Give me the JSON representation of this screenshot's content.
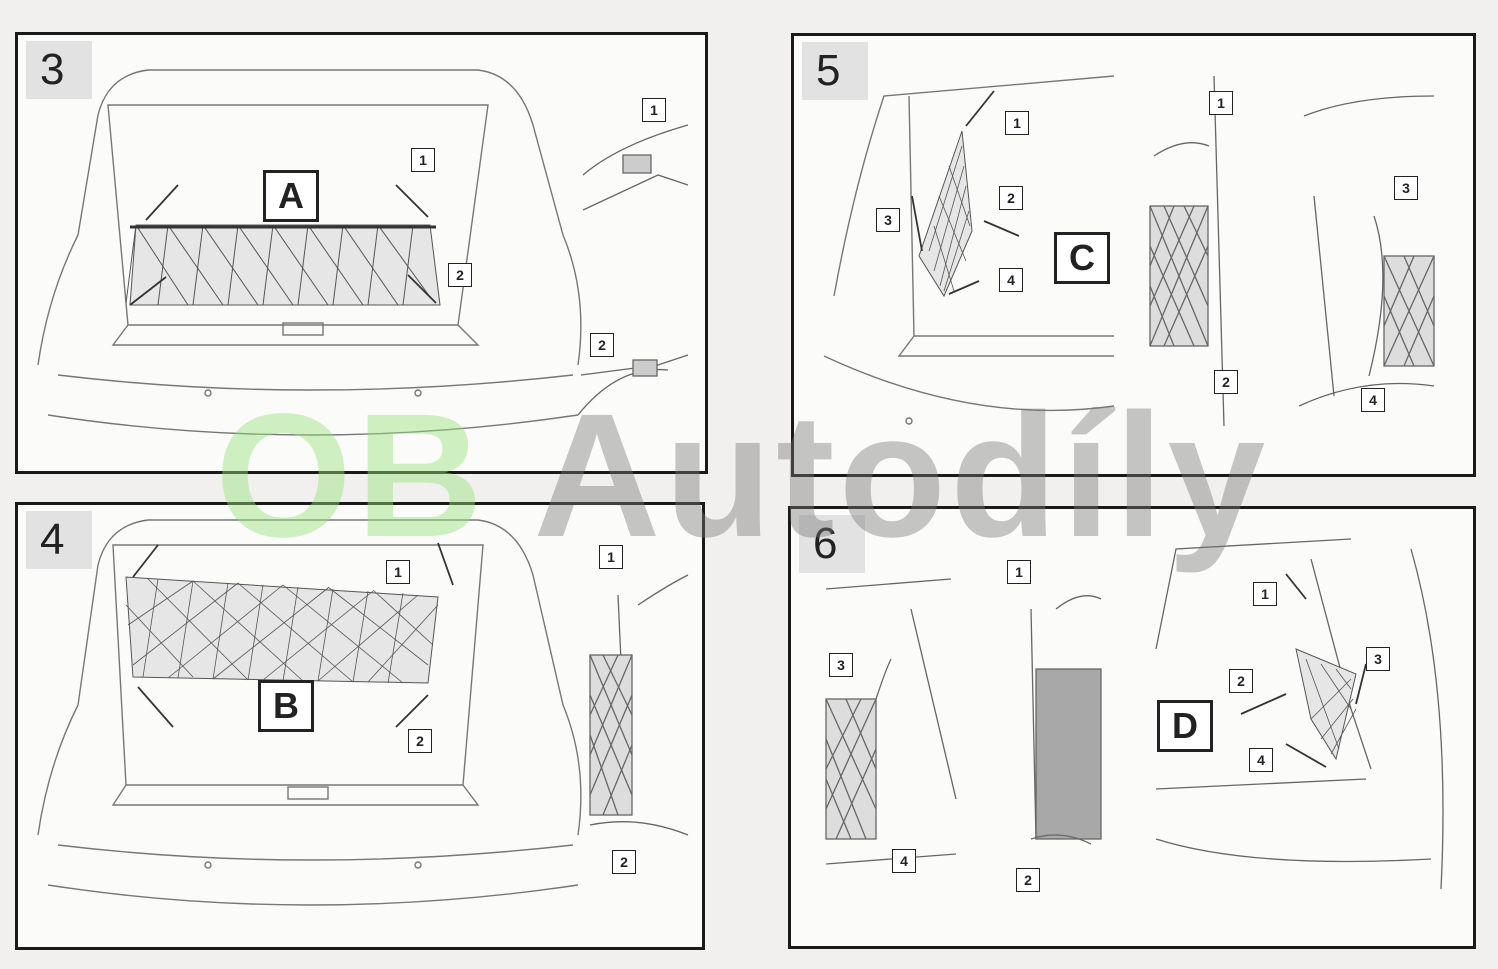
{
  "panels": {
    "p3": {
      "step": "3",
      "label": "A",
      "c1": "1",
      "c2": "2",
      "d1": "1",
      "d2": "2"
    },
    "p4": {
      "step": "4",
      "label": "B",
      "c1": "1",
      "c2": "2",
      "d1": "1",
      "d2": "2"
    },
    "p5": {
      "step": "5",
      "label": "C",
      "c1": "1",
      "c2": "2",
      "c3": "3",
      "c4": "4",
      "d1": "1",
      "d2": "2",
      "d3": "3",
      "d4": "4"
    },
    "p6": {
      "step": "6",
      "label": "D",
      "c1": "1",
      "c2": "2",
      "c3": "3",
      "c4": "4",
      "d3": "3",
      "d4": "4",
      "d1": "1",
      "d2": "2"
    }
  },
  "watermark": {
    "part1": "OB",
    "part2": "Autodíly",
    "color1": "#96e178",
    "color2": "#787878"
  }
}
